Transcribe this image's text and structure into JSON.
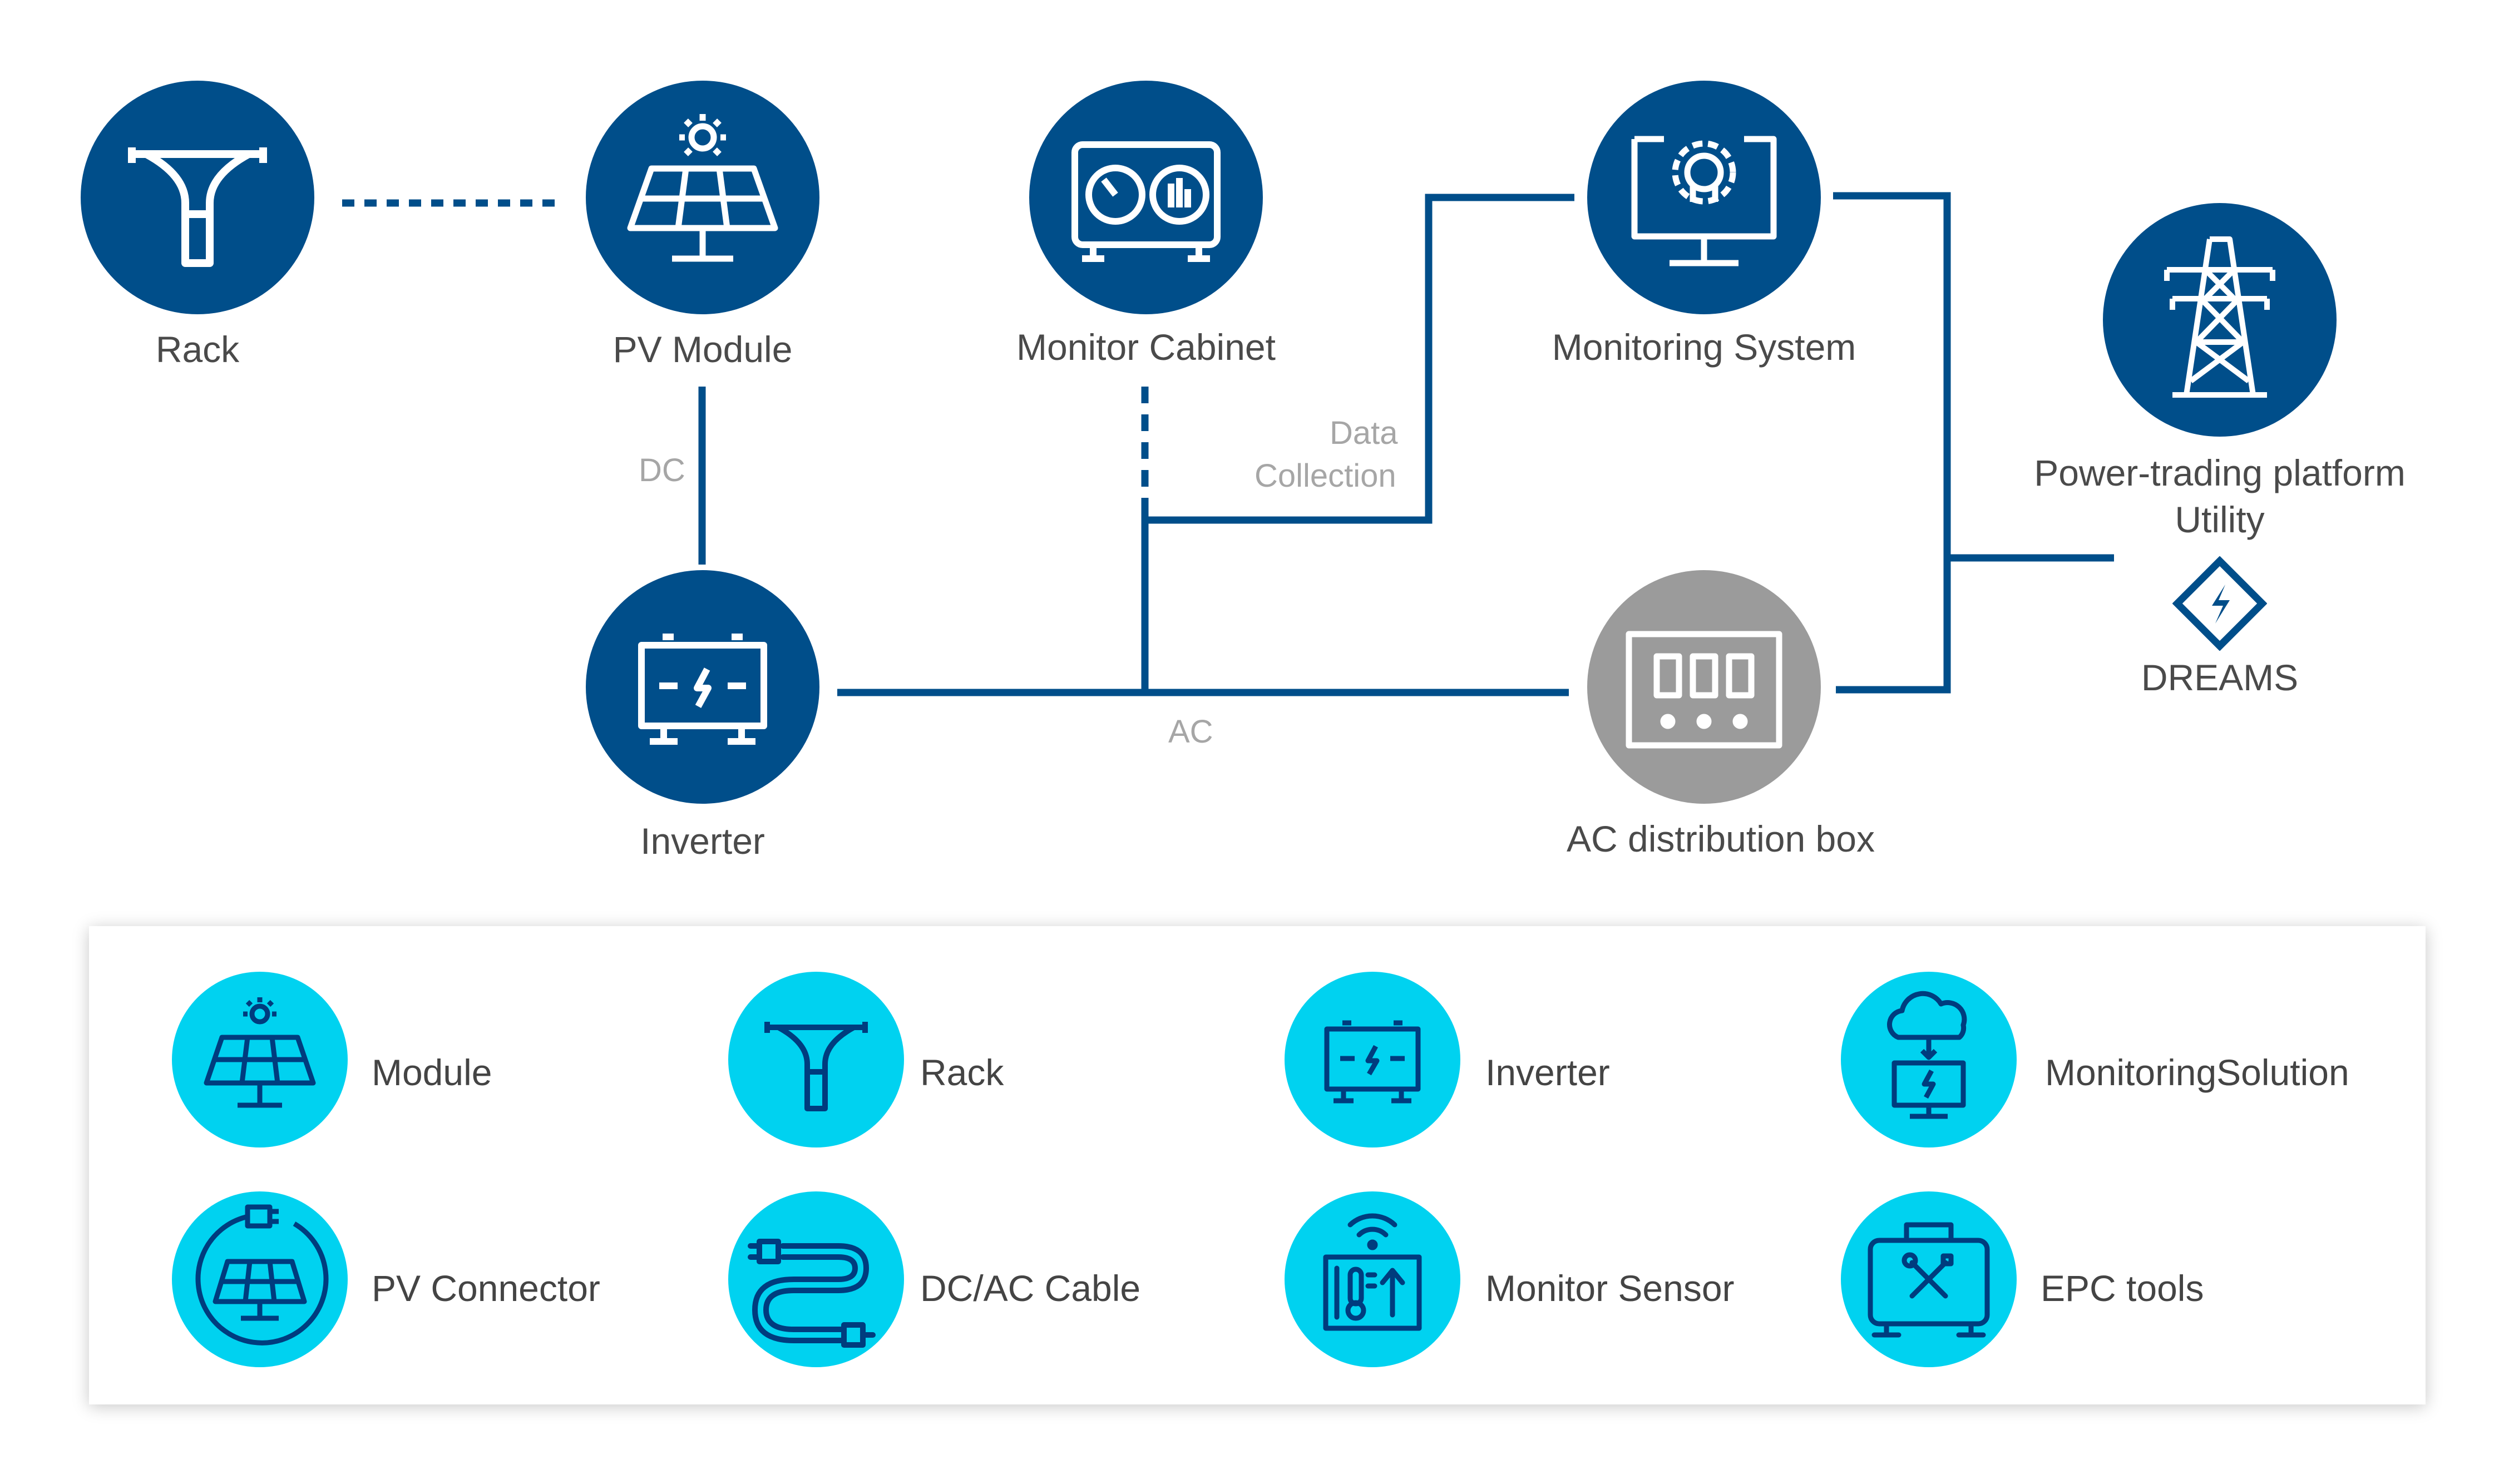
{
  "colors": {
    "node_blue": "#004e8a",
    "node_grey": "#9b9b9b",
    "legend_cyan": "#00d2f0",
    "legend_icon": "#003c7e",
    "line_blue": "#004e8a",
    "label_text": "#4a4a4a",
    "edge_label": "#a6a6a6"
  },
  "nodes": [
    {
      "id": "rack",
      "label": "Rack",
      "icon": "rack-icon",
      "color": "blue"
    },
    {
      "id": "pv_module",
      "label": "PV Module",
      "icon": "solar-panel-icon",
      "color": "blue"
    },
    {
      "id": "monitor_cabinet",
      "label": "Monitor Cabinet",
      "icon": "monitor-cabinet-icon",
      "color": "blue"
    },
    {
      "id": "monitoring_system",
      "label": "Monitoring System",
      "icon": "gear-monitor-icon",
      "color": "blue"
    },
    {
      "id": "utility",
      "label_line1": "Power-trading platform",
      "label_line2": "Utility",
      "icon": "transmission-tower-icon",
      "color": "blue"
    },
    {
      "id": "inverter",
      "label": "Inverter",
      "icon": "inverter-icon",
      "color": "blue"
    },
    {
      "id": "ac_box",
      "label": "AC distribution box",
      "icon": "distribution-box-icon",
      "color": "grey"
    }
  ],
  "edges": [
    {
      "from": "rack",
      "to": "pv_module",
      "style": "dotted",
      "label": ""
    },
    {
      "from": "pv_module",
      "to": "inverter",
      "style": "solid",
      "label": "DC"
    },
    {
      "from": "inverter",
      "to": "ac_box",
      "style": "solid",
      "label": "AC"
    },
    {
      "from": "monitor_cabinet",
      "to": "ac_line",
      "style": "dotted-then-solid",
      "label": ""
    },
    {
      "from": "ac_line",
      "to": "monitoring_system",
      "style": "solid",
      "label_line1": "Data",
      "label_line2": "Collection"
    },
    {
      "from": "monitoring_system",
      "to": "utility",
      "style": "solid",
      "label": ""
    },
    {
      "from": "ac_box",
      "to": "utility",
      "style": "solid",
      "label": ""
    }
  ],
  "dreams": {
    "label": "DREAMS",
    "icon": "lightning-diamond-icon"
  },
  "legend": {
    "items": [
      {
        "label": "Module",
        "icon": "solar-panel-icon"
      },
      {
        "label": "Rack",
        "icon": "rack-icon"
      },
      {
        "label": "Inverter",
        "icon": "inverter-icon"
      },
      {
        "label": "MonitoringSolution",
        "icon": "cloud-monitor-icon"
      },
      {
        "label": "PV Connector",
        "icon": "pv-connector-icon"
      },
      {
        "label": "DC/AC Cable",
        "icon": "cable-icon"
      },
      {
        "label": "Monitor Sensor",
        "icon": "sensor-icon"
      },
      {
        "label": "EPC tools",
        "icon": "toolbox-icon"
      }
    ]
  }
}
